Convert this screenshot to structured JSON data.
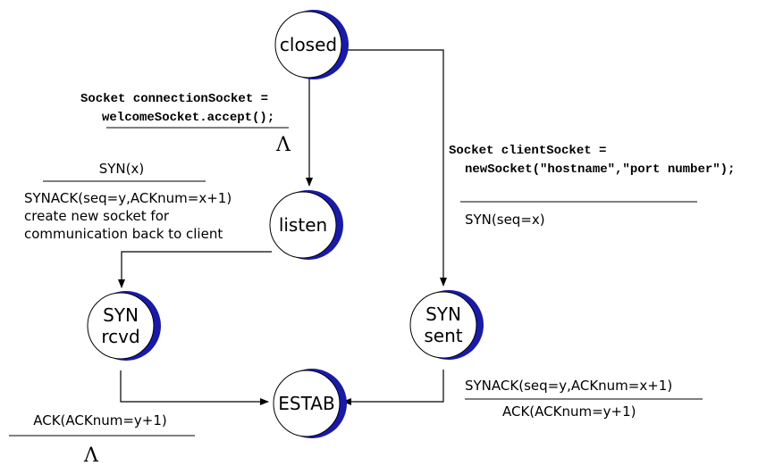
{
  "colors": {
    "state_shadow": "#1a1aa8",
    "state_fill": "#ffffff",
    "line": "#000000"
  },
  "states": {
    "closed": "closed",
    "listen": "listen",
    "syn_rcvd_line1": "SYN",
    "syn_rcvd_line2": "rcvd",
    "syn_sent_line1": "SYN",
    "syn_sent_line2": "sent",
    "estab": "ESTAB"
  },
  "transitions": {
    "closed_to_listen": {
      "event_line1": "Socket connectionSocket =",
      "event_line2": "welcomeSocket.accept();",
      "action": "Λ"
    },
    "listen_to_syn_rcvd": {
      "event": "SYN(x)",
      "action_line1": "SYNACK(seq=y,ACKnum=x+1)",
      "action_line2": "create new socket for",
      "action_line3": "communication back to client"
    },
    "closed_to_syn_sent": {
      "event_line1": "Socket clientSocket =",
      "event_line2": "newSocket(\"hostname\",\"port number\");",
      "action": "SYN(seq=x)"
    },
    "syn_sent_to_estab": {
      "event": "SYNACK(seq=y,ACKnum=x+1)",
      "action": "ACK(ACKnum=y+1)"
    },
    "syn_rcvd_to_estab": {
      "event": "ACK(ACKnum=y+1)",
      "action": "Λ"
    }
  }
}
